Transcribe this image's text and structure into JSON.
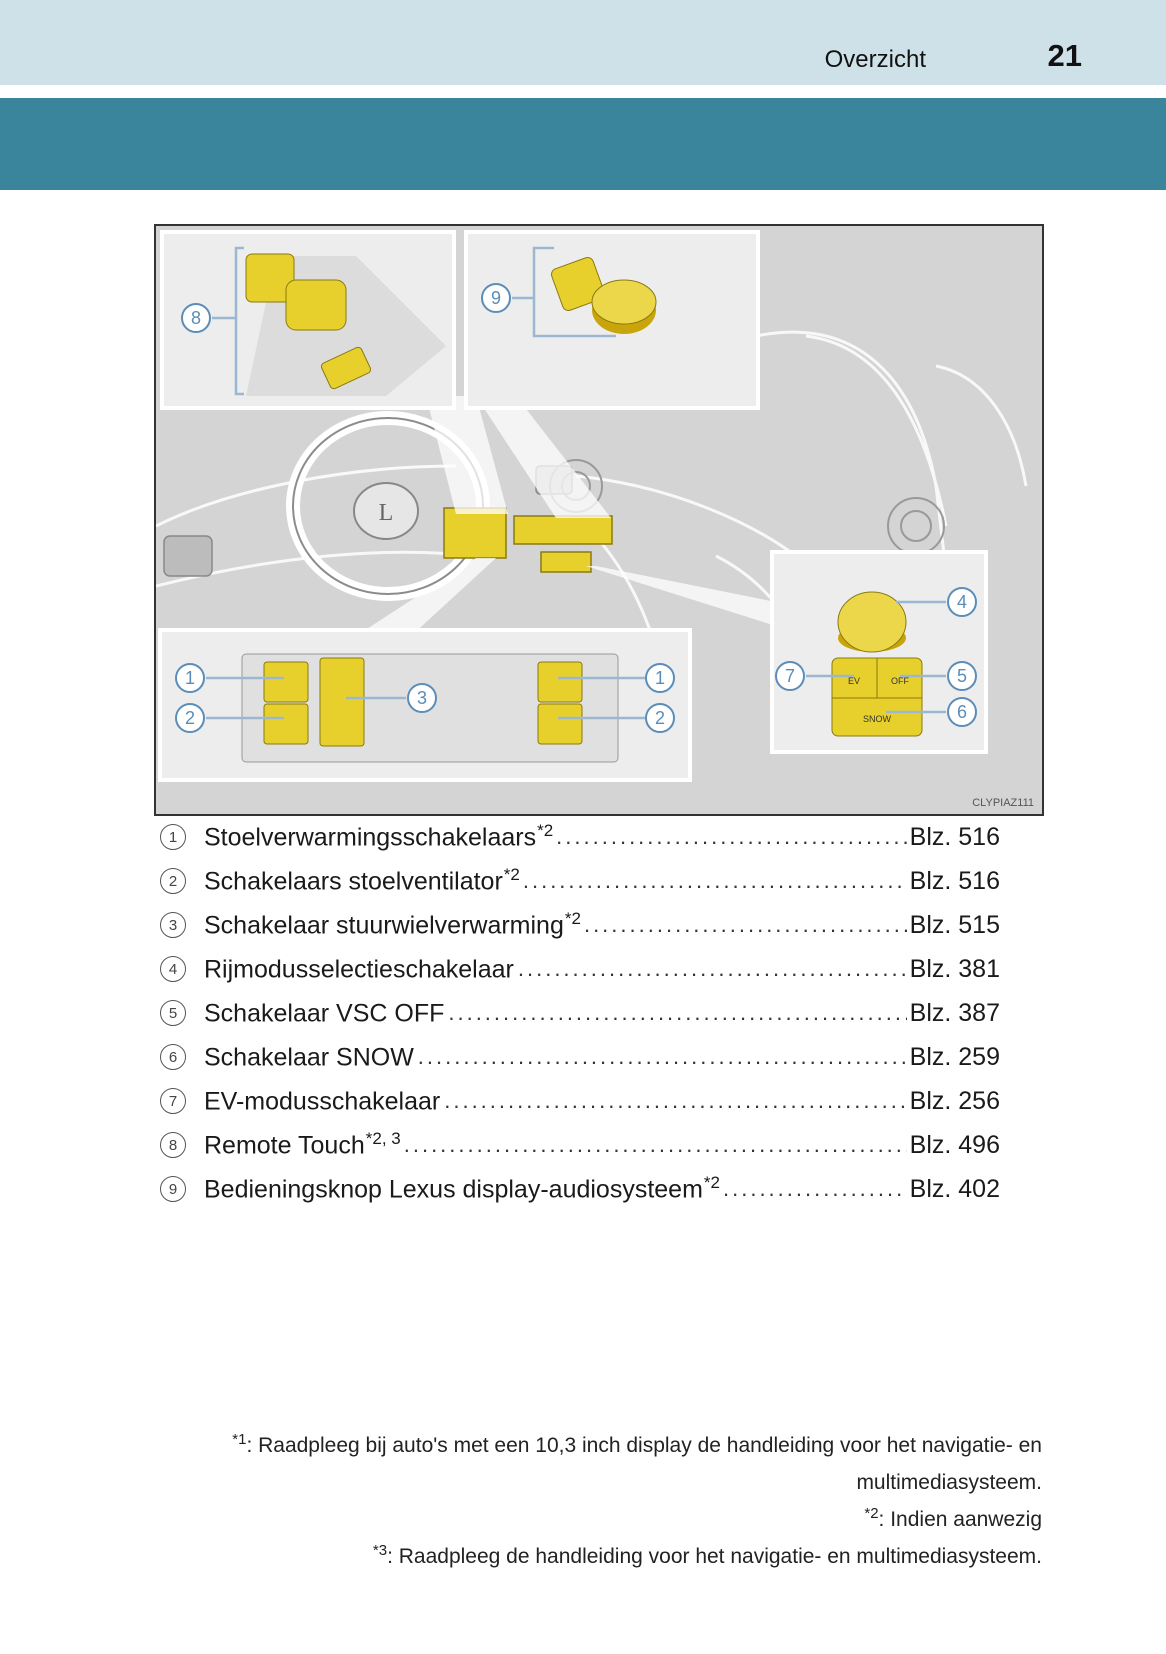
{
  "header": {
    "section_title": "Overzicht",
    "page_number": "21"
  },
  "figure": {
    "code": "CLYPIAZ111",
    "callouts": [
      "1",
      "2",
      "3",
      "4",
      "5",
      "6",
      "7",
      "8",
      "9"
    ],
    "switch_labels": {
      "ev": "EV",
      "vsc": "OFF",
      "snow": "SNOW"
    }
  },
  "legend": [
    {
      "num": "1",
      "label": "Stoelverwarmingsschakelaars",
      "sup": "*2",
      "dots": "................................................................",
      "ref": "Blz. 516"
    },
    {
      "num": "2",
      "label": "Schakelaars stoelventilator",
      "sup": "*2",
      "dots": "................................................................",
      "ref": "Blz. 516"
    },
    {
      "num": "3",
      "label": "Schakelaar stuurwielverwarming",
      "sup": "*2",
      "dots": "................................................................",
      "ref": "Blz. 515"
    },
    {
      "num": "4",
      "label": "Rijmodusselectieschakelaar",
      "sup": "",
      "dots": "................................................................",
      "ref": "Blz. 381"
    },
    {
      "num": "5",
      "label": "Schakelaar VSC OFF",
      "sup": "",
      "dots": "................................................................",
      "ref": "Blz. 387"
    },
    {
      "num": "6",
      "label": "Schakelaar SNOW",
      "sup": "",
      "dots": "................................................................",
      "ref": "Blz. 259"
    },
    {
      "num": "7",
      "label": "EV-modusschakelaar",
      "sup": "",
      "dots": "................................................................",
      "ref": "Blz. 256"
    },
    {
      "num": "8",
      "label": "Remote Touch",
      "sup": "*2, 3",
      "dots": "................................................................",
      "ref": "Blz. 496"
    },
    {
      "num": "9",
      "label": "Bedieningsknop Lexus display-audiosysteem",
      "sup": "*2",
      "dots": "................................................................",
      "ref": "Blz. 402"
    }
  ],
  "footnotes": [
    {
      "mark": "*1",
      "text": ": Raadpleeg bij auto's met een 10,3 inch display de handleiding voor het navigatie- en"
    },
    {
      "mark": "",
      "text": "multimediasysteem."
    },
    {
      "mark": "*2",
      "text": ": Indien aanwezig"
    },
    {
      "mark": "*3",
      "text": ": Raadpleeg de handleiding voor het navigatie- en multimediasysteem."
    }
  ],
  "colors": {
    "header_band": "#cfe1e8",
    "accent_bar": "#3a849c",
    "highlight": "#e7d02c"
  }
}
